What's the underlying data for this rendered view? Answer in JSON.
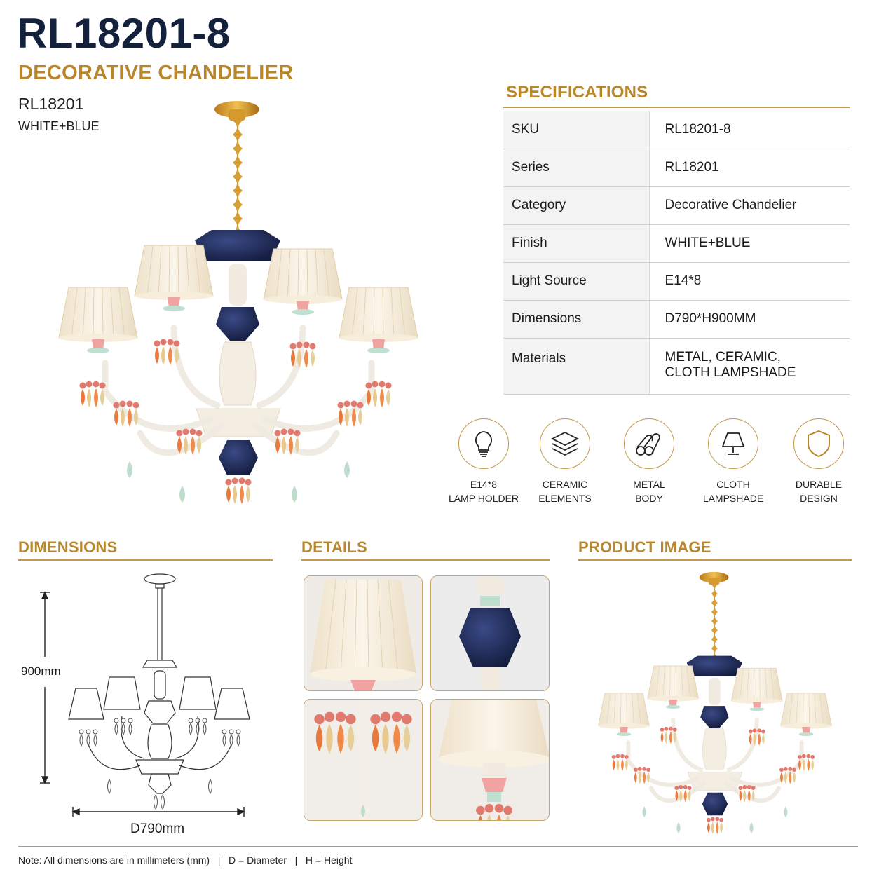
{
  "header": {
    "sku_title": "RL18201-8",
    "subtitle": "DECORATIVE CHANDELIER",
    "series": "RL18201",
    "finish": "WHITE+BLUE"
  },
  "specifications": {
    "title": "SPECIFICATIONS",
    "rows": [
      {
        "key": "SKU",
        "value": "RL18201-8"
      },
      {
        "key": "Series",
        "value": "RL18201"
      },
      {
        "key": "Category",
        "value": "Decorative Chandelier"
      },
      {
        "key": "Finish",
        "value": "WHITE+BLUE"
      },
      {
        "key": "Light Source",
        "value": "E14*8"
      },
      {
        "key": "Dimensions",
        "value": "D790*H900MM"
      },
      {
        "key": "Materials",
        "value_line1": "METAL, CERAMIC,",
        "value_line2": "CLOTH LAMPSHADE"
      }
    ]
  },
  "features": [
    {
      "icon": "bulb-icon",
      "line1": "E14*8",
      "line2": "LAMP HOLDER"
    },
    {
      "icon": "layers-icon",
      "line1": "CERAMIC",
      "line2": "ELEMENTS"
    },
    {
      "icon": "metal-tubes-icon",
      "line1": "METAL",
      "line2": "BODY"
    },
    {
      "icon": "lampshade-icon",
      "line1": "CLOTH",
      "line2": "LAMPSHADE"
    },
    {
      "icon": "shield-icon",
      "line1": "DURABLE",
      "line2": "DESIGN"
    }
  ],
  "sections": {
    "dimensions": "DIMENSIONS",
    "details": "DETAILS",
    "product_image": "PRODUCT IMAGE"
  },
  "dimension_labels": {
    "height": "900mm",
    "diameter": "D790mm"
  },
  "note": "Note: All dimensions are in millimeters (mm)   |   D = Diameter   |   H = Height",
  "colors": {
    "navy": "#14213d",
    "gold": "#b8862b",
    "ceramic_blue": "#1c2850",
    "coral": "#e8763d",
    "shade": "#f4ead7"
  }
}
